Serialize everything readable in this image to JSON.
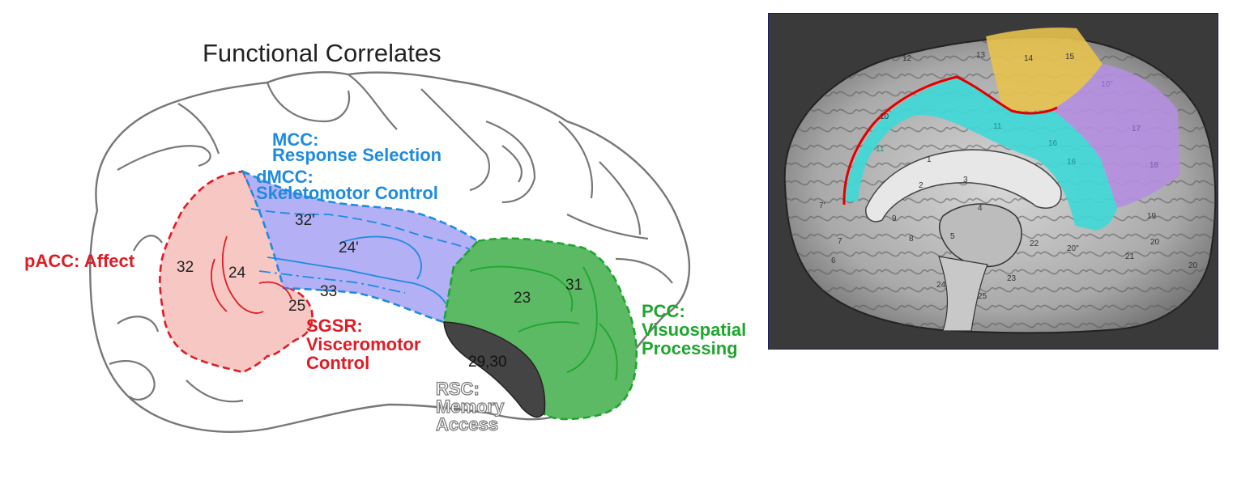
{
  "diagram": {
    "title": "Functional Correlates",
    "regions": {
      "mcc": {
        "line1": "MCC:",
        "line2": "Response Selection",
        "color": "#1e8be0"
      },
      "dmcc": {
        "line1": "dMCC:",
        "line2": "Skeletomotor Control",
        "color": "#1e8be0"
      },
      "pacc": {
        "line1": "pACC: Affect",
        "color": "#e01b24"
      },
      "sgsr": {
        "line1": "SGSR:",
        "line2": "Visceromotor",
        "line3": "Control",
        "color": "#e01b24"
      },
      "pcc": {
        "line1": "PCC:",
        "line2": "Visuospatial",
        "line3": "Processing",
        "color": "#1ea62e"
      },
      "rsc": {
        "line1": "RSC:",
        "line2": "Memory",
        "line3": "Access",
        "color": "#888888"
      }
    },
    "areas": [
      "32",
      "24",
      "32'",
      "24'",
      "33",
      "25",
      "23",
      "31",
      "29,30"
    ]
  },
  "photo": {
    "area_labels": [
      "12",
      "13",
      "14",
      "15",
      "10\"",
      "10",
      "11",
      "11",
      "16",
      "17",
      "16",
      "18",
      "1",
      "3",
      "2",
      "4",
      "7'",
      "9",
      "8",
      "7",
      "6",
      "5",
      "22",
      "20\"",
      "19",
      "20",
      "21",
      "20",
      "24",
      "23",
      "25"
    ],
    "colors": {
      "cyan": "#3fd8d6",
      "yellow": "#e8c24f",
      "violet": "#b58fe0",
      "border": "#e00000"
    }
  }
}
